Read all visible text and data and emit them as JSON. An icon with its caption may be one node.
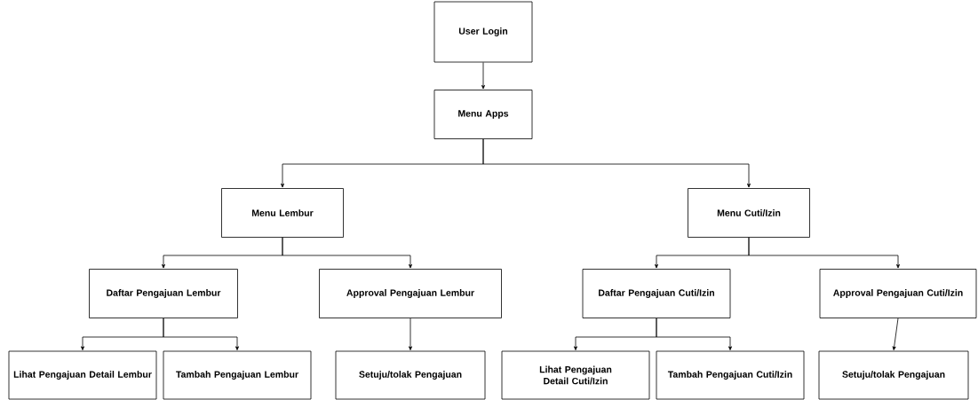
{
  "diagram": {
    "nodes": [
      {
        "text": [
          "User Login"
        ]
      },
      {
        "text": [
          "Menu Apps"
        ]
      },
      {
        "text": [
          "Menu Lembur"
        ]
      },
      {
        "text": [
          "Menu Cuti/Izin"
        ]
      },
      {
        "text": [
          "Daftar Pengajuan Lembur"
        ]
      },
      {
        "text": [
          "Approval Pengajuan Lembur"
        ]
      },
      {
        "text": [
          "Daftar Pengajuan Cuti/Izin"
        ]
      },
      {
        "text": [
          "Approval Pengajuan Cuti/Izin"
        ]
      },
      {
        "text": [
          "Lihat Pengajuan Detail Lembur"
        ]
      },
      {
        "text": [
          "Tambah Pengajuan Lembur"
        ]
      },
      {
        "text": [
          "Setuju/tolak Pengajuan"
        ]
      },
      {
        "text": [
          "Lihat Pengajuan Detail Cuti/Izin"
        ]
      },
      {
        "text": [
          "Tambah Pengajuan Cuti/Izin"
        ]
      },
      {
        "text": [
          "Setuju/tolak Pengajuan"
        ]
      }
    ],
    "edges": [
      {
        "from": 0,
        "to": 1,
        "arrow": "to"
      },
      {
        "from": 1,
        "to": 2,
        "arrow": "to"
      },
      {
        "from": 1,
        "to": 3,
        "arrow": "to"
      },
      {
        "from": 2,
        "to": 4,
        "arrow": "to"
      },
      {
        "from": 2,
        "to": 5,
        "arrow": "to"
      },
      {
        "from": 3,
        "to": 6,
        "arrow": "to"
      },
      {
        "from": 3,
        "to": 7,
        "arrow": "to"
      },
      {
        "from": 4,
        "to": 8,
        "arrow": "to"
      },
      {
        "from": 4,
        "to": 9,
        "arrow": "to"
      },
      {
        "from": 5,
        "to": 10,
        "arrow": "to"
      },
      {
        "from": 6,
        "to": 11,
        "arrow": "to"
      },
      {
        "from": 6,
        "to": 12,
        "arrow": "to"
      },
      {
        "from": 7,
        "to": 13,
        "arrow": "to"
      }
    ]
  }
}
